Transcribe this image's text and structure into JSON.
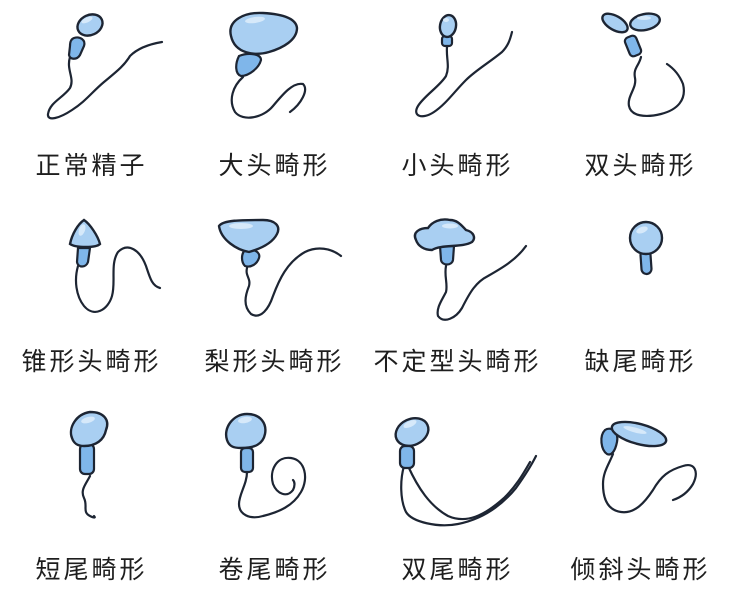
{
  "diagram": {
    "title": "",
    "colors": {
      "head": "#a9cff2",
      "midpiece": "#7fb6ea",
      "outline": "#1d2533",
      "text": "#1e1e1e"
    },
    "items": [
      {
        "label": "正常精子",
        "icon": "normal-sperm-icon"
      },
      {
        "label": "大头畸形",
        "icon": "large-head-sperm-icon"
      },
      {
        "label": "小头畸形",
        "icon": "small-head-sperm-icon"
      },
      {
        "label": "双头畸形",
        "icon": "double-head-sperm-icon"
      },
      {
        "label": "锥形头畸形",
        "icon": "tapered-head-sperm-icon"
      },
      {
        "label": "梨形头畸形",
        "icon": "pear-head-sperm-icon"
      },
      {
        "label": "不定型头畸形",
        "icon": "amorphous-head-sperm-icon"
      },
      {
        "label": "缺尾畸形",
        "icon": "tailless-sperm-icon"
      },
      {
        "label": "短尾畸形",
        "icon": "short-tail-sperm-icon"
      },
      {
        "label": "卷尾畸形",
        "icon": "coiled-tail-sperm-icon"
      },
      {
        "label": "双尾畸形",
        "icon": "double-tail-sperm-icon"
      },
      {
        "label": "倾斜头畸形",
        "icon": "tilted-head-sperm-icon"
      }
    ]
  }
}
